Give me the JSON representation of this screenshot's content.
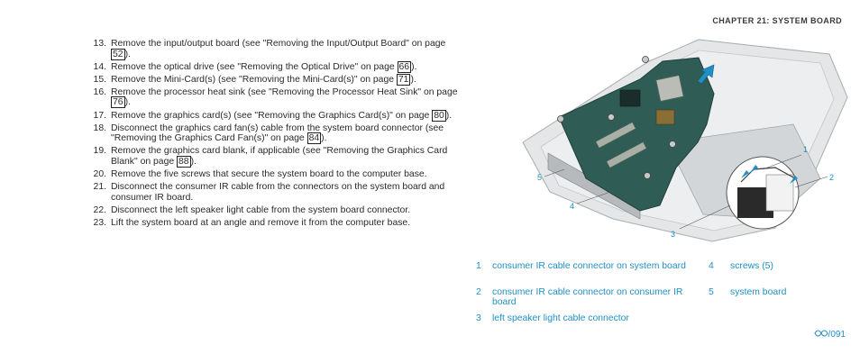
{
  "header": {
    "chapter": "CHAPTER 21: SYSTEM BOARD"
  },
  "steps": [
    {
      "num": "13.",
      "pre": "Remove the input/output board (see \"Removing the Input/Output Board\" on page ",
      "page": "52",
      "post": ")."
    },
    {
      "num": "14.",
      "pre": "Remove the optical drive (see \"Removing the Optical Drive\" on page ",
      "page": "66",
      "post": ")."
    },
    {
      "num": "15.",
      "pre": "Remove the Mini-Card(s) (see \"Removing the Mini-Card(s)\" on page ",
      "page": "71",
      "post": ")."
    },
    {
      "num": "16.",
      "pre": "Remove the processor heat sink (see \"Removing the Processor Heat Sink\" on page ",
      "page": "76",
      "post": ")."
    },
    {
      "num": "17.",
      "pre": "Remove the graphics card(s) (see \"Removing the Graphics Card(s)\" on page ",
      "page": "80",
      "post": ")."
    },
    {
      "num": "18.",
      "pre": "Disconnect the graphics card fan(s) cable from the system board connector (see \"Removing the Graphics Card Fan(s)\" on page ",
      "page": "84",
      "post": ")."
    },
    {
      "num": "19.",
      "pre": "Remove the graphics card blank, if applicable (see \"Removing the Graphics Card Blank\" on page ",
      "page": "88",
      "post": ")."
    },
    {
      "num": "20.",
      "pre": "Remove the five screws that secure the system board to the computer base.",
      "page": "",
      "post": ""
    },
    {
      "num": "21.",
      "pre": "Disconnect the consumer IR cable from the connectors on the system board and consumer IR board.",
      "page": "",
      "post": ""
    },
    {
      "num": "22.",
      "pre": "Disconnect the left speaker light cable from the system board connector.",
      "page": "",
      "post": ""
    },
    {
      "num": "23.",
      "pre": "Lift the system board at an angle and remove it from the computer base.",
      "page": "",
      "post": ""
    }
  ],
  "figure_labels": [
    "1",
    "2",
    "3",
    "4",
    "5"
  ],
  "callouts": {
    "c1": {
      "num": "1",
      "text": "consumer IR cable connector on system board"
    },
    "c2": {
      "num": "2",
      "text": "consumer IR cable connector on consumer IR board"
    },
    "c3": {
      "num": "3",
      "text": "left speaker light cable connector"
    },
    "c4": {
      "num": "4",
      "text": "screws (5)"
    },
    "c5": {
      "num": "5",
      "text": "system board"
    }
  },
  "footer": {
    "slash": "/",
    "page_number": "091",
    "logo_icon": "alienware-logo-icon"
  },
  "colors": {
    "accent": "#1f8fc4",
    "text": "#2a2a2a"
  }
}
